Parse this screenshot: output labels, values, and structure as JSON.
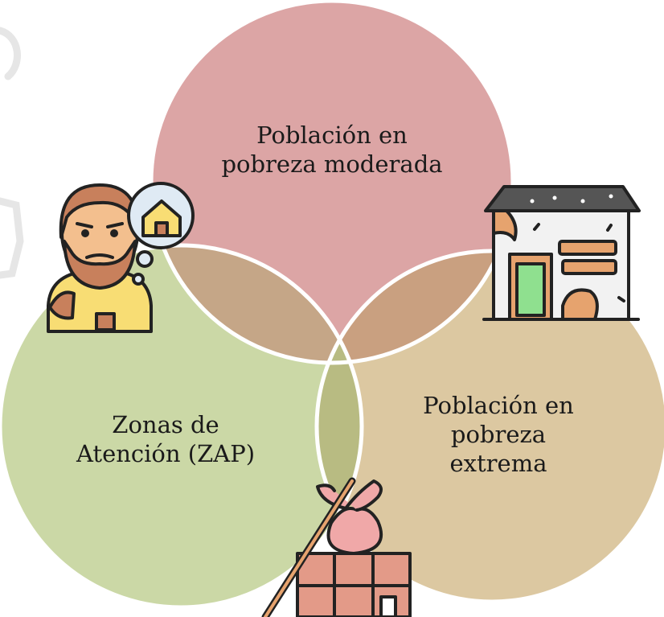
{
  "circles": {
    "top": {
      "lines": [
        "Población en",
        "pobreza moderada"
      ],
      "color": "#dca5a5"
    },
    "left": {
      "lines": [
        "Zonas de",
        "Atención (ZAP)"
      ],
      "color": "#cbd8a6"
    },
    "right": {
      "lines": [
        "Población en",
        "pobreza",
        "extrema"
      ],
      "color": "#dcc8a1"
    }
  },
  "colors": {
    "overlap_top_left": "#c5a687",
    "overlap_top_right": "#c9a080",
    "overlap_left_right": "#b8bb82",
    "border": "#ffffff"
  },
  "icons": [
    "homeless-person-thinking-of-house-icon",
    "abandoned-house-icon",
    "bindle-bundle-and-boxes-icon"
  ]
}
